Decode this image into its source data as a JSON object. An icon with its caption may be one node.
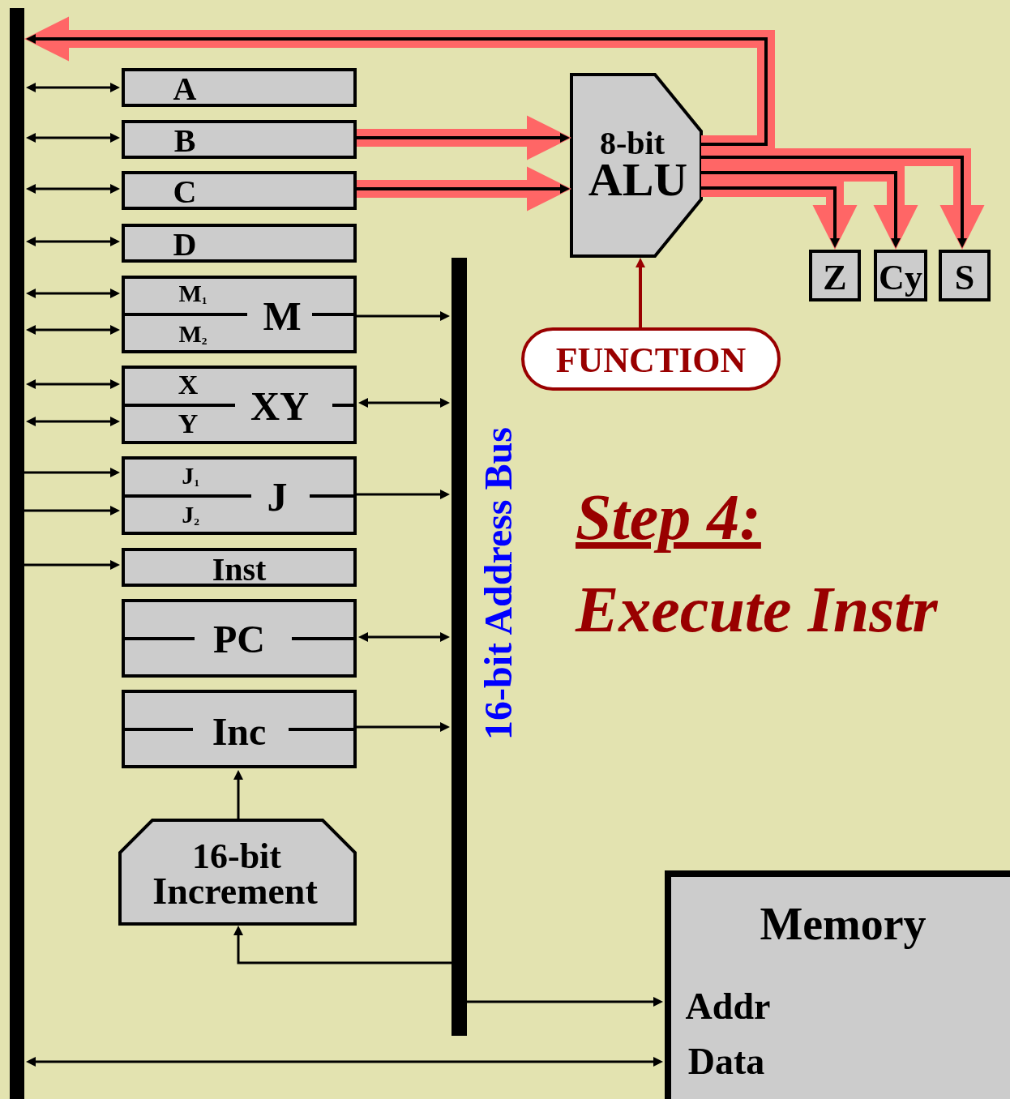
{
  "diagram": {
    "nodes": [
      {
        "text": [],
        "shape": "bar"
      },
      {
        "text": [
          "A"
        ]
      },
      {
        "text": [
          "B"
        ]
      },
      {
        "text": [
          "C"
        ]
      },
      {
        "text": [
          "D"
        ]
      },
      {
        "text": [
          "M$_{1}$",
          "M$_{2}$",
          "M"
        ]
      },
      {
        "text": [
          "X",
          "Y",
          "XY"
        ]
      },
      {
        "text": [
          "J$_{1}$",
          "J$_{2}$",
          "J"
        ]
      },
      {
        "text": [
          "Inst"
        ]
      },
      {
        "text": [
          "PC"
        ]
      },
      {
        "text": [
          "Inc"
        ]
      },
      {
        "text": [
          "16-bit",
          "Increment"
        ]
      },
      {
        "text": [],
        "shape": "bar",
        "beside": [
          "16-bit Address Bus"
        ]
      },
      {
        "text": [
          "8-bit",
          "ALU"
        ]
      },
      {
        "text": [
          "Z"
        ]
      },
      {
        "text": [
          "Cy"
        ]
      },
      {
        "text": [
          "S"
        ]
      },
      {
        "text": [
          "FUNCTION"
        ]
      },
      {
        "text": [
          "Memory",
          "Addr",
          "Data"
        ]
      }
    ],
    "edges": [
      {
        "from": 0,
        "to": 1,
        "arrow": "both"
      },
      {
        "from": 0,
        "to": 2,
        "arrow": "both"
      },
      {
        "from": 0,
        "to": 3,
        "arrow": "both"
      },
      {
        "from": 0,
        "to": 4,
        "arrow": "both"
      },
      {
        "from": 0,
        "to": 5,
        "arrow": "both"
      },
      {
        "from": 0,
        "to": 5,
        "arrow": "both"
      },
      {
        "from": 0,
        "to": 6,
        "arrow": "both"
      },
      {
        "from": 0,
        "to": 6,
        "arrow": "both"
      },
      {
        "from": 0,
        "to": 7,
        "arrow": "to"
      },
      {
        "from": 0,
        "to": 7,
        "arrow": "to"
      },
      {
        "from": 0,
        "to": 8,
        "arrow": "to"
      },
      {
        "from": 2,
        "to": 13,
        "arrow": "to",
        "style": "thick",
        "color": "#ff6666"
      },
      {
        "from": 3,
        "to": 13,
        "arrow": "to",
        "style": "thick",
        "color": "#ff6666"
      },
      {
        "from": 13,
        "to": 0,
        "arrow": "to",
        "style": "thick",
        "color": "#ff6666"
      },
      {
        "from": 13,
        "to": 14,
        "arrow": "to",
        "style": "thick",
        "color": "#ff6666"
      },
      {
        "from": 13,
        "to": 15,
        "arrow": "to",
        "style": "thick",
        "color": "#ff6666"
      },
      {
        "from": 13,
        "to": 16,
        "arrow": "to",
        "style": "thick",
        "color": "#ff6666"
      },
      {
        "from": 17,
        "to": 13,
        "arrow": "to",
        "color": "#990000"
      },
      {
        "from": 5,
        "to": 12,
        "arrow": "to"
      },
      {
        "from": 6,
        "to": 12,
        "arrow": "both"
      },
      {
        "from": 7,
        "to": 12,
        "arrow": "to"
      },
      {
        "from": 9,
        "to": 12,
        "arrow": "both"
      },
      {
        "from": 10,
        "to": 12,
        "arrow": "to"
      },
      {
        "from": 11,
        "to": 10,
        "arrow": "to"
      },
      {
        "from": 12,
        "to": 11,
        "arrow": "to"
      },
      {
        "from": 12,
        "to": 18,
        "arrow": "to"
      },
      {
        "from": 0,
        "to": 18,
        "arrow": "both"
      }
    ],
    "labels": [
      "Step 4:",
      "Execute Instr"
    ]
  }
}
